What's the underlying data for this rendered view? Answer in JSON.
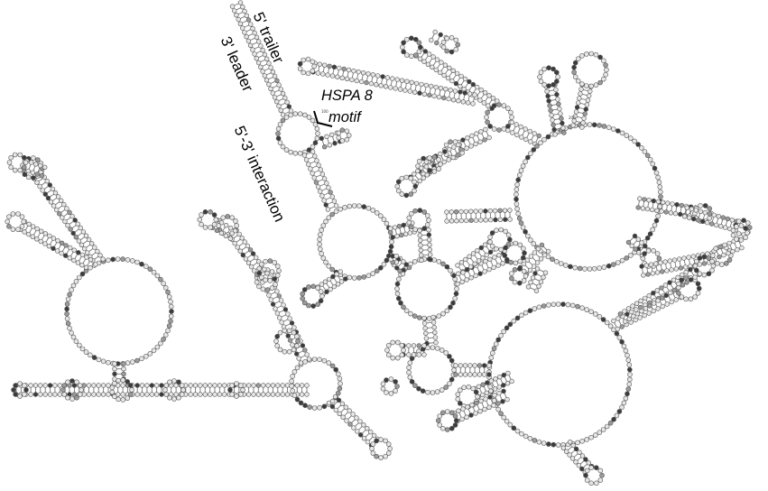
{
  "annotations": {
    "five_trailer": "5' trailer",
    "three_leader": "3' leader",
    "interaction": "5'-3' interaction",
    "hspa_line1": "HSPA 8",
    "hspa_line2": "motif"
  },
  "tiny_numbers": [
    "100",
    "200"
  ],
  "colors": {
    "nucleotide_light": "#e6e6e6",
    "nucleotide_mid": "#9a9a9a",
    "nucleotide_dark": "#3c3c3c",
    "outline": "#555555",
    "bond": "#777777"
  }
}
